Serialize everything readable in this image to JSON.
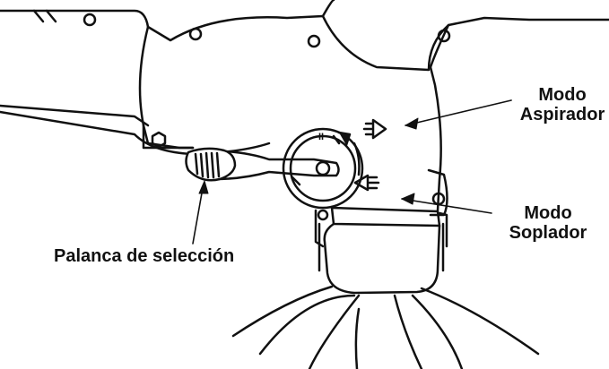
{
  "labels": {
    "aspirador_line1": "Modo",
    "aspirador_line2": "Aspirador",
    "soplador_line1": "Modo",
    "soplador_line2": "Soplador",
    "palanca": "Palanca de selección"
  },
  "dial_marks": {
    "top": "II"
  },
  "colors": {
    "ink": "#111111",
    "background": "#ffffff"
  }
}
